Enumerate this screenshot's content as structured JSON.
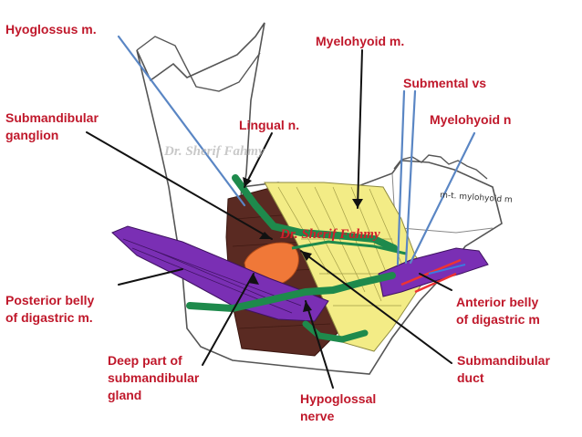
{
  "labels": {
    "hyoglossus": "Hyoglossus m.",
    "myelohyoid_m": "Myelohyoid m.",
    "submental_vs": "Submental vs",
    "submandibular_ganglion_1": "Submandibular",
    "submandibular_ganglion_2": "ganglion",
    "lingual_n": "Lingual n.",
    "myelohyoid_n": "Myelohyoid n",
    "posterior_belly_1": "Posterior belly",
    "posterior_belly_2": "of digastric m.",
    "anterior_belly_1": "Anterior belly",
    "anterior_belly_2": "of digastric m",
    "deep_part_1": "Deep part of",
    "deep_part_2": "submandibular",
    "deep_part_3": "gland",
    "submandibular_duct_1": "Submandibular",
    "submandibular_duct_2": "duct",
    "hypoglossal_1": "Hypoglossal",
    "hypoglossal_2": "nerve"
  },
  "watermarks": {
    "grey": "Dr. Sherif Fahmy",
    "red": "Dr. Sherif Fahmy"
  },
  "handwritten_note": "m-t. mylohyoid m",
  "colors": {
    "label_text": "#c0182b",
    "bone_outline": "#555555",
    "hyoglossus_muscle": "#5a2a22",
    "mylohyoid_muscle": "#f3ec86",
    "digastric_muscle": "#7a2fb4",
    "gland": "#f07838",
    "nerve": "#1e8a4c",
    "pointer_blue": "#5a86c4",
    "pointer_black": "#111111"
  }
}
